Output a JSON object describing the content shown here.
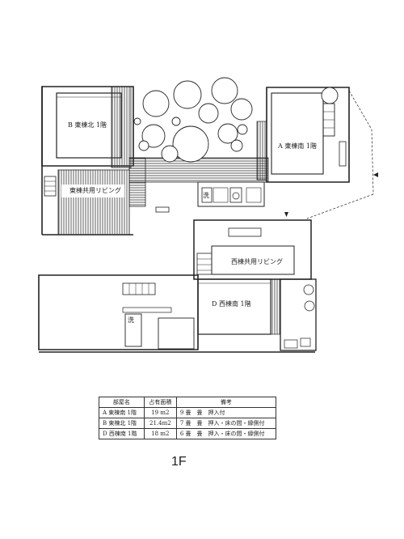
{
  "rooms": {
    "b_north": "B 東棟北 1階",
    "a_south": "A 東棟南 1階",
    "east_living": "東棟共用リビング",
    "west_living": "西棟共用リビング",
    "d_south": "D 西棟南 1階"
  },
  "fixtures": {
    "toilet_left": "洗",
    "toilet_right": "洗"
  },
  "area_table": {
    "headers": [
      "部屋名",
      "占有面積",
      "備考"
    ],
    "rows": [
      [
        "A 東棟南 1階",
        "19 m2",
        "9 畳　畳　押入付"
      ],
      [
        "B 東棟北 1階",
        "21.4m2",
        "7 畳　畳　押入・床の間・縁側付"
      ],
      [
        "D 西棟南 1階",
        "18 m2",
        "6 畳　畳　押入・床の間・縁側付"
      ]
    ]
  },
  "floor_label": "1F"
}
